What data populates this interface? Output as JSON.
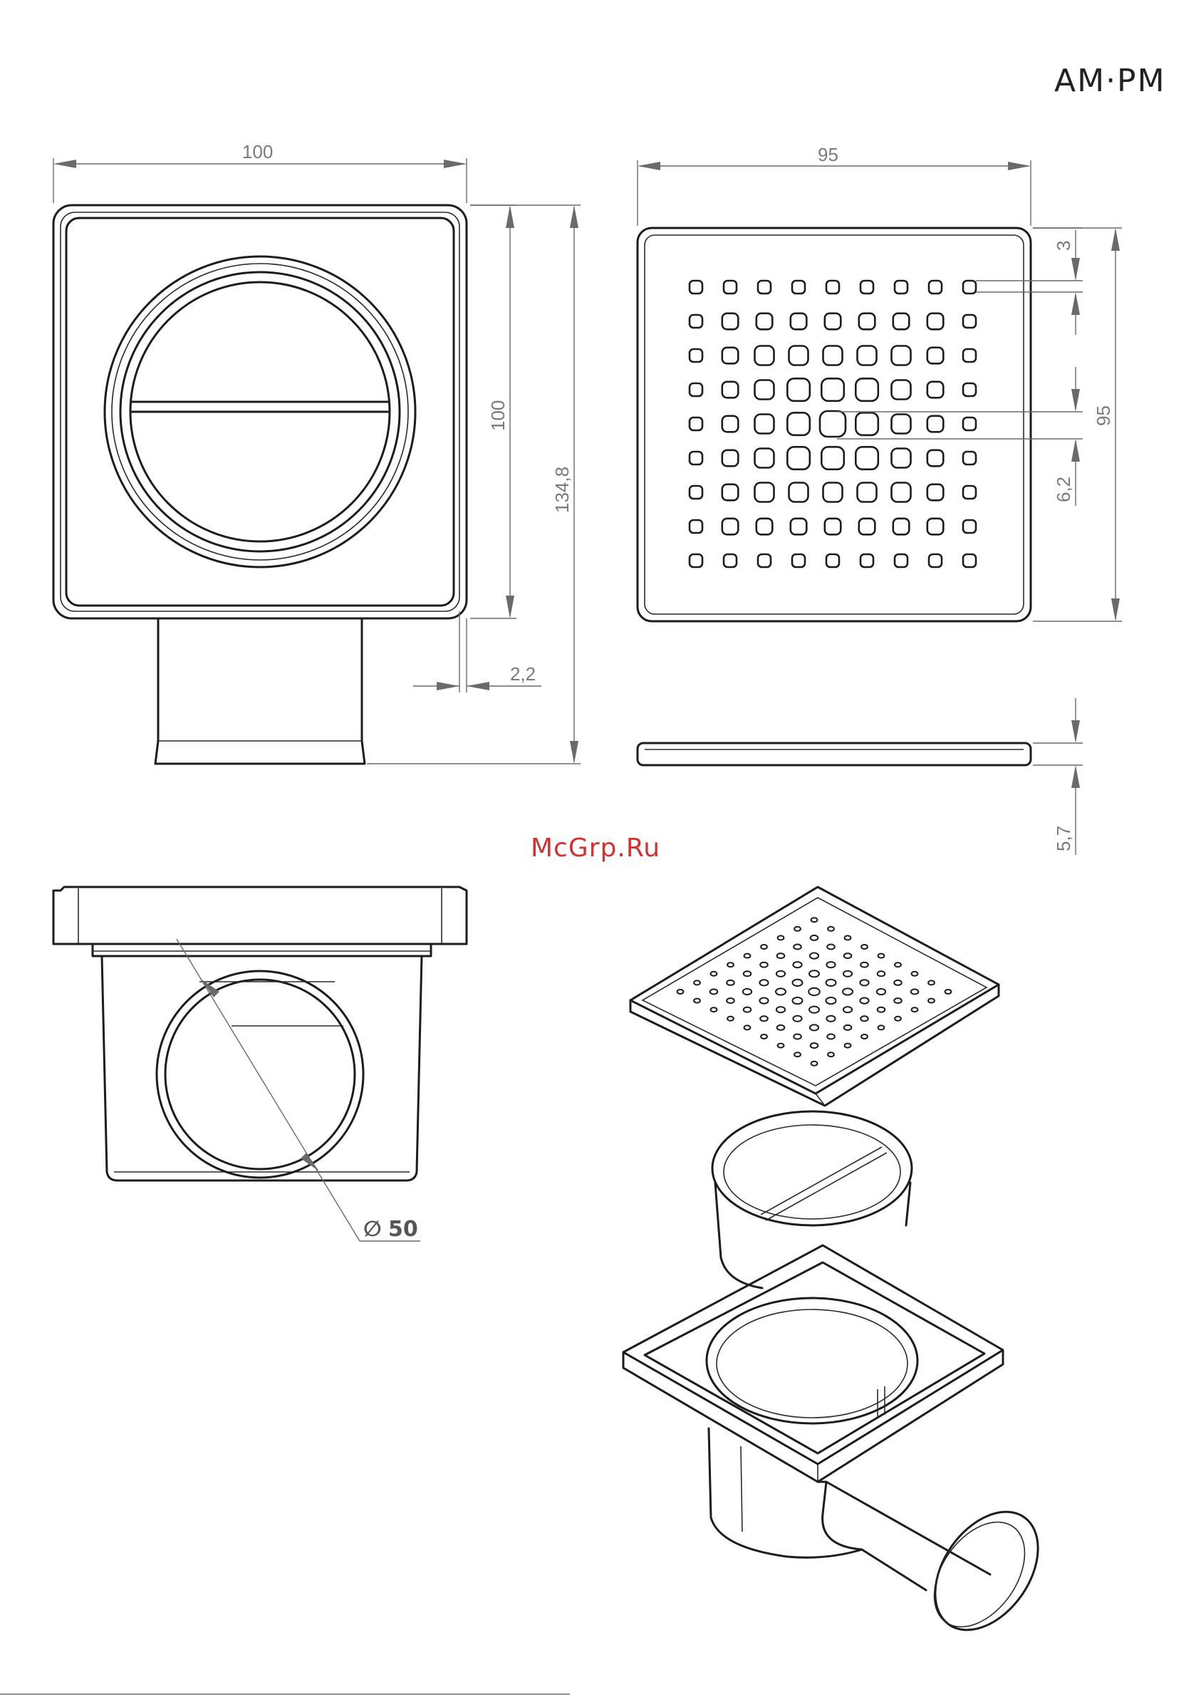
{
  "brand": {
    "logo": "AM·PM"
  },
  "watermark": {
    "text": "McGrp.Ru"
  },
  "dimensions": {
    "body_width": "100",
    "body_height": "100",
    "total_height": "134,8",
    "flange_offset": "2,2",
    "grate_width": "95",
    "grate_height": "95",
    "grate_margin": "3",
    "hole_pitch": "6,2",
    "grate_thickness": "5,7",
    "outlet_diameter": "50",
    "diameter_symbol": "∅"
  },
  "colors": {
    "line": "#1c1c1c",
    "dimension": "#6a6a6a",
    "watermark": "#d33030"
  }
}
